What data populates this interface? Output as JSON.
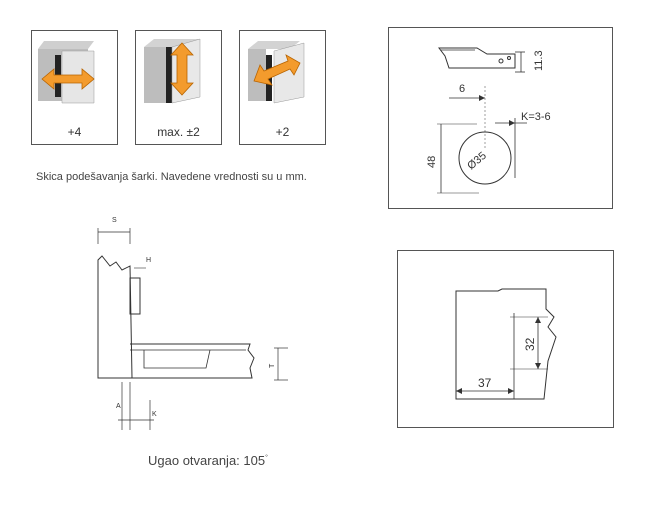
{
  "adjustments": [
    {
      "direction": "horizontal",
      "value": "+4"
    },
    {
      "direction": "vertical",
      "value": "max. ±2"
    },
    {
      "direction": "depth",
      "value": "+2"
    }
  ],
  "caption": "Skica podešavanja šarki. Navedene vrednosti su u mm.",
  "drilling": {
    "d1": "11.3",
    "d2": "6",
    "d3": "K=3-6",
    "d4": "48",
    "d5": "Ø35"
  },
  "section": {
    "s": "S",
    "h": "H",
    "t": "T",
    "a": "A",
    "k": "K"
  },
  "plate": {
    "w": "37",
    "h": "32"
  },
  "opening_angle": {
    "label": "Ugao otvaranja: 105",
    "degree": "°"
  }
}
